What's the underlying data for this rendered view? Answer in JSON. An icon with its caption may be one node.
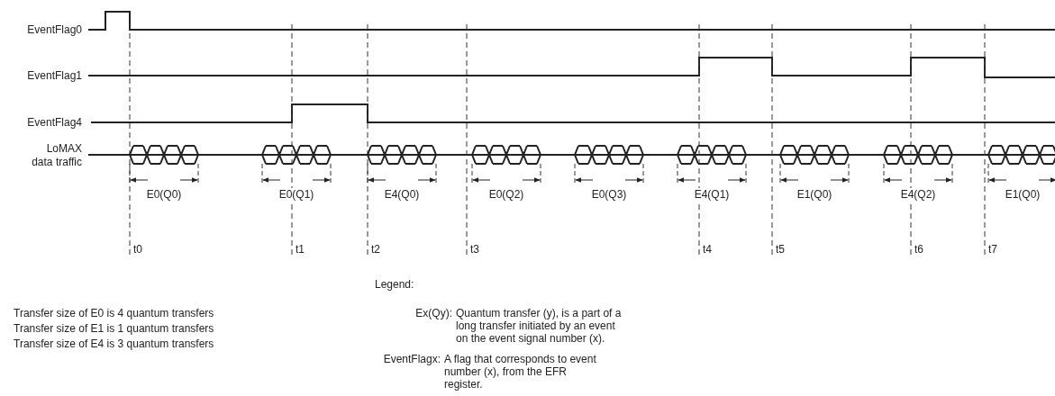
{
  "diagram": {
    "labels": [
      "EventFlag0",
      "EventFlag1",
      "EventFlag4",
      "LoMAX data traffic",
      "E0(Q0)",
      "E0(Q1)",
      "E4(Q0)",
      "E0(Q2)",
      "E0(Q3)",
      "E4(Q1)",
      "E1(Q0)",
      "E4(Q2)",
      "E1(Q0)",
      "t0",
      "t1",
      "t2",
      "t3",
      "t4",
      "t5",
      "t6",
      "t7",
      "Legend:",
      "Transfer size of E0 is 4 quantum transfers",
      "Transfer size of E1 is 1 quantum transfers",
      "Transfer size of E4 is 3 quantum transfers",
      "Ex(Qy):",
      "Quantum transfer (y), is a part of a long transfer initiated by an event on the event signal number (x).",
      "EventFlagx:",
      "A flag that corresponds to event number (x), from the EFR register."
    ]
  }
}
